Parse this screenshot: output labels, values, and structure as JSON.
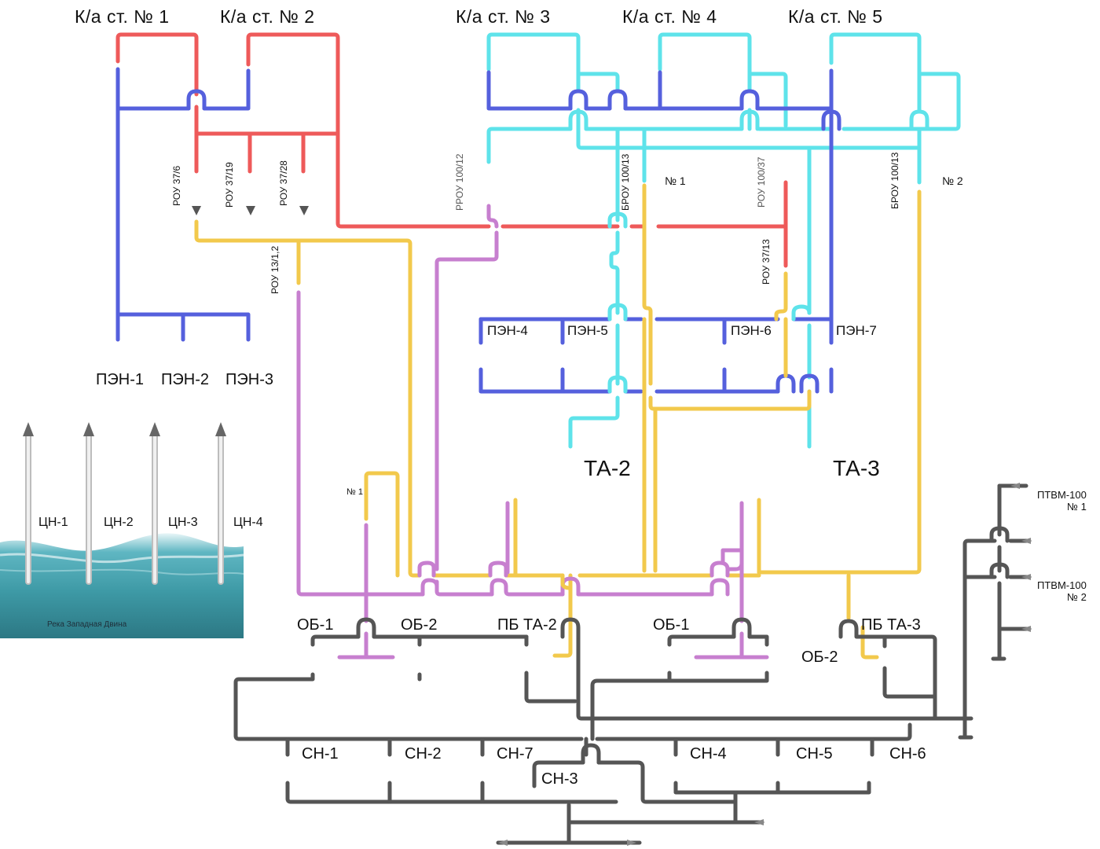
{
  "boilers": {
    "b1": "К/а ст. № 1",
    "b2": "К/а ст. № 2",
    "b3": "К/а ст. № 3",
    "b4": "К/а ст. № 4",
    "b5": "К/а ст. № 5"
  },
  "feed_pumps_left": [
    "ПЭН-1",
    "ПЭН-2",
    "ПЭН-3"
  ],
  "feed_pumps_right": [
    "ПЭН-4",
    "ПЭН-5",
    "ПЭН-6",
    "ПЭН-7"
  ],
  "reducers": {
    "rou_37_6": "РОУ 37/6",
    "rou_37_19": "РОУ 37/19",
    "rou_37_28": "РОУ 37/28",
    "rrou_100_12": "РРОУ 100/12",
    "brou_100_13_a": "БРОУ 100/13",
    "rou_100_37": "РОУ 100/37",
    "brou_100_13_b": "БРОУ 100/13",
    "rou_37_13": "РОУ 37/13",
    "rou_13_12": "РОУ 13/1,2"
  },
  "numbers": {
    "n1_top": "№ 1",
    "n2_top": "№ 2",
    "n1_mid": "№ 1"
  },
  "turbines": [
    "ТА-2",
    "ТА-3"
  ],
  "circ_pumps": [
    "ЦН-1",
    "ЦН-2",
    "ЦН-3",
    "ЦН-4"
  ],
  "river": "Река Западная Двина",
  "heaters": {
    "ob1_left": "ОБ-1",
    "ob2_left": "ОБ-2",
    "pb_ta2": "ПБ ТА-2",
    "ob1_right": "ОБ-1",
    "pb_ta3": "ПБ ТА-3",
    "ob2_right": "ОБ-2"
  },
  "network_pumps": [
    "СН-1",
    "СН-2",
    "СН-7",
    "СН-3",
    "СН-4",
    "СН-5",
    "СН-6"
  ],
  "water_boilers": {
    "ptvm1_name": "ПТВМ-100",
    "ptvm1_no": "№ 1",
    "ptvm2_name": "ПТВМ-100",
    "ptvm2_no": "№ 2"
  },
  "colors": {
    "steam_hp": "#ee5a5a",
    "steam_cyan": "#5ee3ea",
    "feed_water": "#5560dd",
    "steam_lp": "#f2c94c",
    "extraction": "#c77fcf",
    "network_water": "#555555",
    "circ_water": "#d7d7d7",
    "river": "#3e9aa6"
  }
}
